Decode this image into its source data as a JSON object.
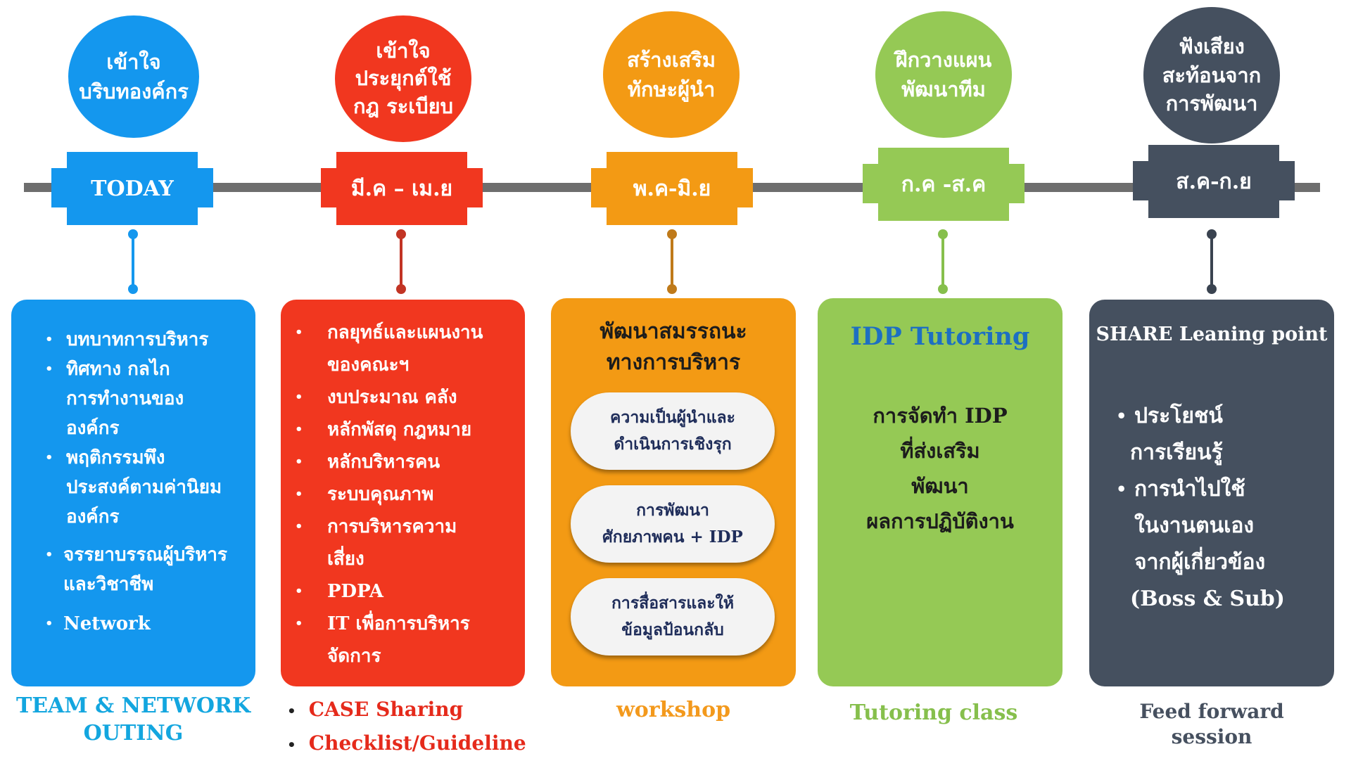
{
  "colors": {
    "blue": "#1497ee",
    "red": "#f1371f",
    "orange": "#f39a14",
    "green": "#95c955",
    "slate": "#45505f",
    "line": "#6e6e6e",
    "red_text": "#e52a1b",
    "teal_text": "#13a6df",
    "green_text": "#86bf4c",
    "dark_text": "#46505f",
    "orange_text": "#f3991c",
    "idp_blue": "#1d6fc2",
    "navy_text": "#1f2d5a"
  },
  "stages": [
    {
      "key": "blue",
      "circle": [
        "เข้าใจ",
        "บริบทองค์กร"
      ],
      "pill": "TODAY",
      "items": [
        "บทบาทการบริหาร",
        "ทิศทาง กลไก",
        "การทำงานของ",
        "องค์กร",
        "พฤติกรรมพึง",
        "ประสงค์ตามค่านิยม",
        "องค์กร",
        "จรรยาบรรณผู้บริหาร",
        "และวิชาชีพ",
        "Network"
      ],
      "caption": [
        "TEAM & NETWORK",
        "OUTING"
      ]
    },
    {
      "key": "red",
      "circle": [
        "เข้าใจ",
        "ประยุกต์ใช้",
        "กฎ ระเบียบ"
      ],
      "pill": "มี.ค – เม.ย",
      "items": [
        "กลยุทธ์และแผนงาน",
        "ของคณะฯ",
        "งบประมาณ คลัง",
        "หลักพัสดุ กฎหมาย",
        "หลักบริหารคน",
        "ระบบคุณภาพ",
        "การบริหารความ",
        "เสี่ยง",
        "PDPA",
        "IT เพื่อการบริหาร",
        "จัดการ"
      ],
      "caption": [
        "CASE Sharing",
        "Checklist/Guideline"
      ]
    },
    {
      "key": "orange",
      "circle": [
        "สร้างเสริม",
        "ทักษะผู้นำ"
      ],
      "pill": "พ.ค-มิ.ย",
      "title": [
        "พัฒนาสมรรถนะ",
        "ทางการบริหาร"
      ],
      "subs": [
        [
          "ความเป็นผู้นำและ",
          "ดำเนินการเชิงรุก"
        ],
        [
          "การพัฒนา",
          "ศักยภาพคน + IDP"
        ],
        [
          "การสื่อสารและให้",
          "ข้อมูลป้อนกลับ"
        ]
      ],
      "caption": [
        "workshop"
      ]
    },
    {
      "key": "green",
      "circle": [
        "ฝึกวางแผน",
        "พัฒนาทีม"
      ],
      "pill": "ก.ค -ส.ค",
      "title": "IDP Tutoring",
      "body": [
        "การจัดทำ IDP",
        "ที่ส่งเสริม",
        "พัฒนา",
        "ผลการปฏิบัติงาน"
      ],
      "caption": [
        "Tutoring class"
      ]
    },
    {
      "key": "slate",
      "circle": [
        "ฟังเสียง",
        "สะท้อนจาก",
        "การพัฒนา"
      ],
      "pill": "ส.ค-ก.ย",
      "title": "SHARE Leaning point",
      "items": [
        "ประโยชน์",
        "การเรียนรู้",
        "การนำไปใช้",
        "ในงานตนเอง",
        "จากผู้เกี่ยวข้อง",
        "(Boss & Sub)"
      ],
      "caption": [
        "Feed forward",
        "session"
      ]
    }
  ]
}
